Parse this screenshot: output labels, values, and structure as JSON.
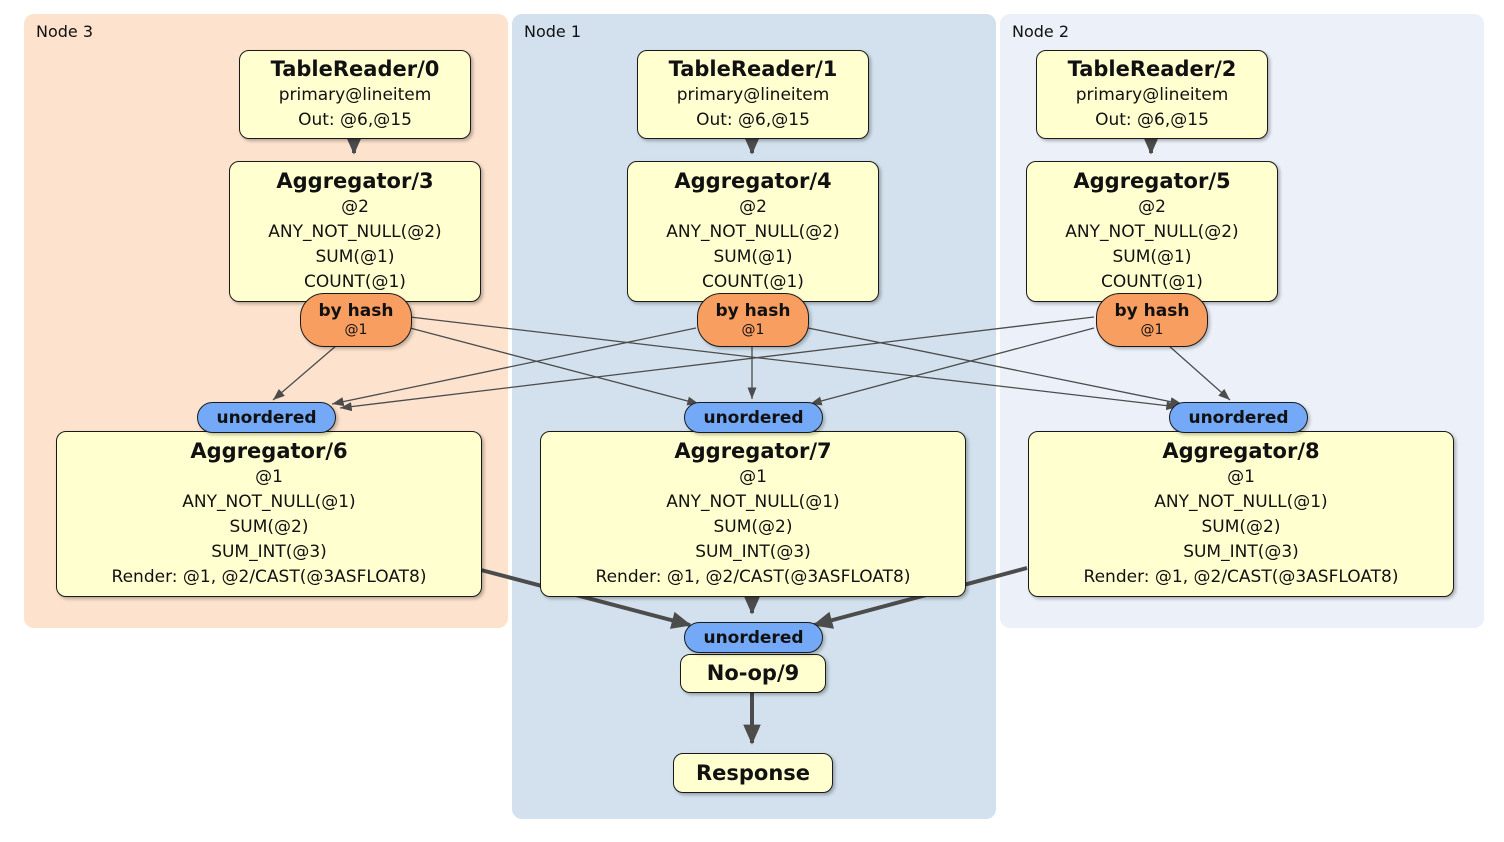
{
  "colors": {
    "node3_bg": "#fde2cd",
    "node1_bg": "#d2e1ed",
    "node2_bg": "#ecf1f9",
    "box_fill": "#ffffcf",
    "router_fill": "#f89e61",
    "sync_fill": "#74a9f7",
    "edge": "#4c4c4c"
  },
  "nodes": [
    {
      "label": "Node 3",
      "table_reader": {
        "title": "TableReader/0",
        "lines": [
          "primary@lineitem",
          "Out: @6,@15"
        ]
      },
      "pre_aggregator": {
        "title": "Aggregator/3",
        "lines": [
          "@2",
          "ANY_NOT_NULL(@2)",
          "SUM(@1)",
          "COUNT(@1)"
        ]
      },
      "hash_router": {
        "label": "by hash",
        "key": "@1"
      },
      "sync": {
        "label": "unordered"
      },
      "final_aggregator": {
        "title": "Aggregator/6",
        "lines": [
          "@1",
          "ANY_NOT_NULL(@1)",
          "SUM(@2)",
          "SUM_INT(@3)",
          "Render: @1, @2/CAST(@3ASFLOAT8)"
        ]
      }
    },
    {
      "label": "Node 1",
      "table_reader": {
        "title": "TableReader/1",
        "lines": [
          "primary@lineitem",
          "Out: @6,@15"
        ]
      },
      "pre_aggregator": {
        "title": "Aggregator/4",
        "lines": [
          "@2",
          "ANY_NOT_NULL(@2)",
          "SUM(@1)",
          "COUNT(@1)"
        ]
      },
      "hash_router": {
        "label": "by hash",
        "key": "@1"
      },
      "sync": {
        "label": "unordered"
      },
      "final_aggregator": {
        "title": "Aggregator/7",
        "lines": [
          "@1",
          "ANY_NOT_NULL(@1)",
          "SUM(@2)",
          "SUM_INT(@3)",
          "Render: @1, @2/CAST(@3ASFLOAT8)"
        ]
      }
    },
    {
      "label": "Node 2",
      "table_reader": {
        "title": "TableReader/2",
        "lines": [
          "primary@lineitem",
          "Out: @6,@15"
        ]
      },
      "pre_aggregator": {
        "title": "Aggregator/5",
        "lines": [
          "@2",
          "ANY_NOT_NULL(@2)",
          "SUM(@1)",
          "COUNT(@1)"
        ]
      },
      "hash_router": {
        "label": "by hash",
        "key": "@1"
      },
      "sync": {
        "label": "unordered"
      },
      "final_aggregator": {
        "title": "Aggregator/8",
        "lines": [
          "@1",
          "ANY_NOT_NULL(@1)",
          "SUM(@2)",
          "SUM_INT(@3)",
          "Render: @1, @2/CAST(@3ASFLOAT8)"
        ]
      }
    }
  ],
  "output": {
    "sync_label": "unordered",
    "noop_title": "No-op/9",
    "response_title": "Response"
  }
}
